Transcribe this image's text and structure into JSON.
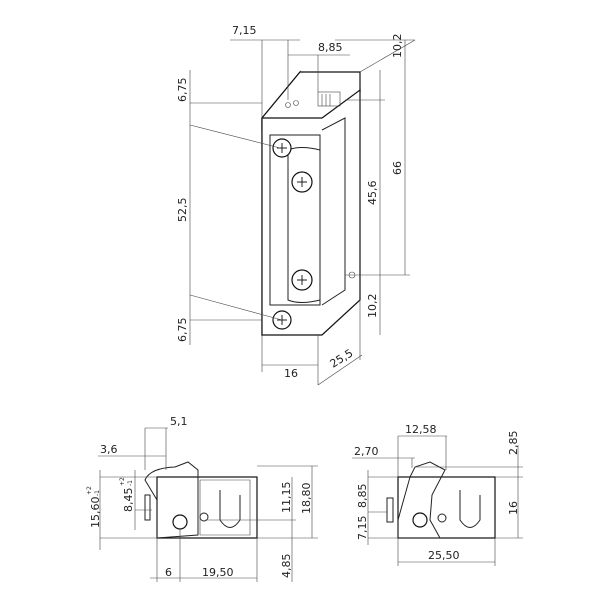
{
  "drawing": {
    "top_view": {
      "dims": {
        "top_left_offset": "7,15",
        "top_right_offset": "8,85",
        "right_top": "10,2",
        "left_top": "6,75",
        "left_middle": "52,5",
        "right_inner": "45,6",
        "overall_height": "66",
        "right_bottom": "10,2",
        "left_bottom": "6,75",
        "width": "16",
        "depth": "25,5"
      }
    },
    "section_left": {
      "dims": {
        "latch_width": "5,1",
        "offset": "3,6",
        "height_tol": "15,60",
        "height_tol_plus": "+2",
        "height_tol_minus": "-1",
        "latch_height": "8,45",
        "latch_tol_plus": "+2",
        "latch_tol_minus": "-1",
        "inner_height": "11,15",
        "overall_height": "18,80",
        "bottom": "4,85",
        "pivot": "6",
        "length": "19,50"
      }
    },
    "section_right": {
      "dims": {
        "latch_reach": "12,58",
        "offset": "2,70",
        "top": "2,85",
        "upper": "8,85",
        "lower": "7,15",
        "height": "16",
        "length": "25,50"
      }
    }
  }
}
